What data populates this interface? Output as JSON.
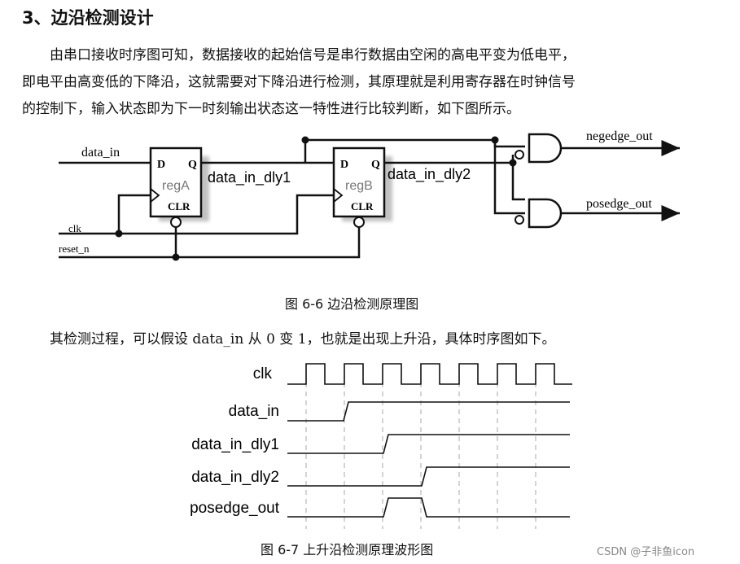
{
  "heading": "3、边沿检测设计",
  "paragraph": {
    "line1": "由串口接收时序图可知，数据接收的起始信号是串行数据由空闲的高电平变为低电平，",
    "line2": "即电平由高变低的下降沿，这就需要对下降沿进行检测，其原理就是利用寄存器在时钟信号",
    "line3": "的控制下，输入状态即为下一时刻输出状态这一特性进行比较判断，如下图所示。"
  },
  "circuit": {
    "data_in": "data_in",
    "clk": "clk",
    "reset_n": "reset_n",
    "reg_a": {
      "name": "regA",
      "d": "D",
      "q": "Q",
      "clr": "CLR"
    },
    "reg_b": {
      "name": "regB",
      "d": "D",
      "q": "Q",
      "clr": "CLR"
    },
    "dly1": "data_in_dly1",
    "dly2": "data_in_dly2",
    "negedge_out": "negedge_out",
    "posedge_out": "posedge_out"
  },
  "caption1": "图  6-6 边沿检测原理图",
  "text2": "其检测过程，可以假设 data_in 从 0 变 1，也就是出现上升沿，具体时序图如下。",
  "waveform": {
    "clk": "clk",
    "data_in": "data_in",
    "dly1": "data_in_dly1",
    "dly2": "data_in_dly2",
    "posedge_out": "posedge_out"
  },
  "caption2": "图  6-7  上升沿检测原理波形图",
  "watermark": "CSDN @子非鱼icon"
}
